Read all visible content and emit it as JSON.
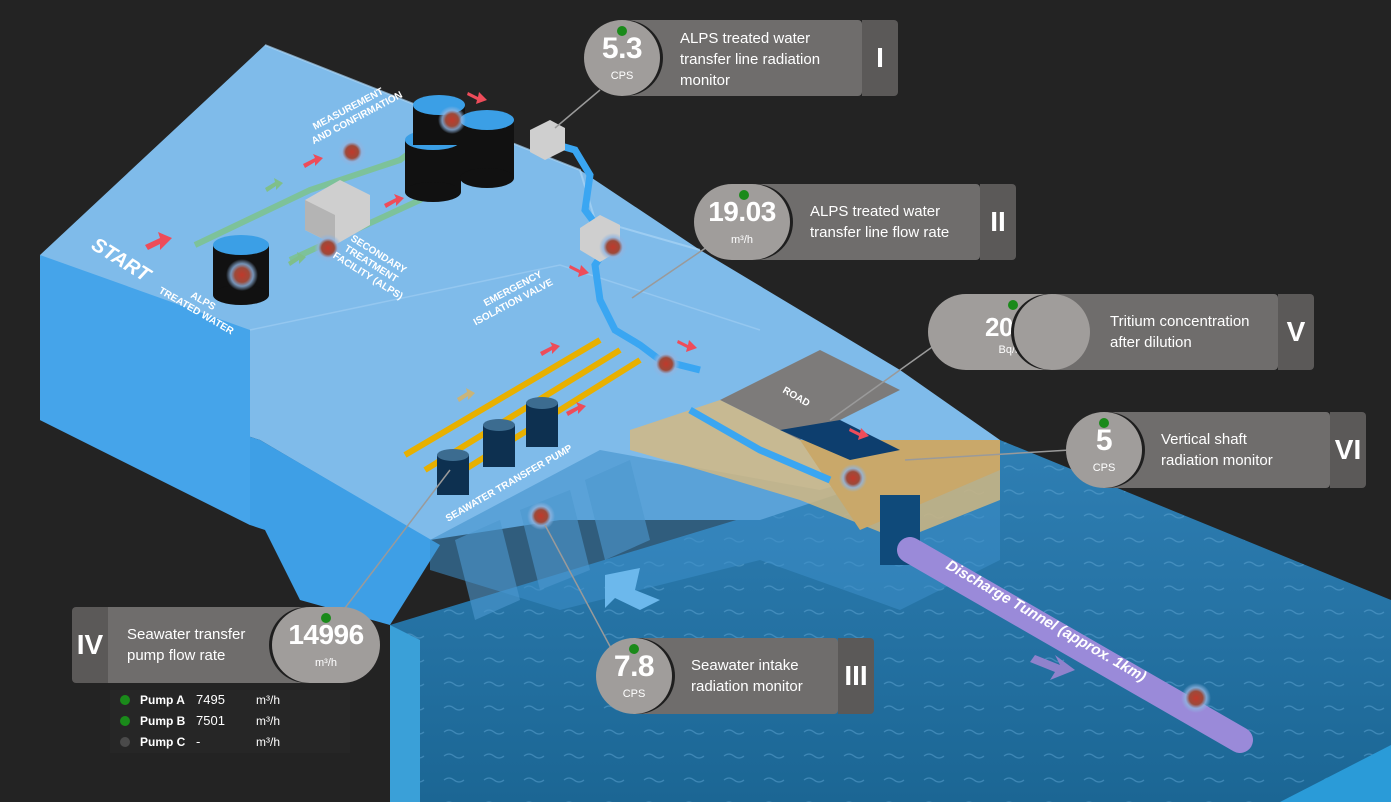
{
  "scene_labels": {
    "start": "START",
    "alps_water": [
      "ALPS",
      "TREATED WATER"
    ],
    "measurement": [
      "MEASUREMENT",
      "AND CONFIRMATION"
    ],
    "secondary": [
      "SECONDARY",
      "TREATMENT",
      "FACILITY (ALPS)"
    ],
    "emergency": [
      "EMERGENCY",
      "ISOLATION VALVE"
    ],
    "seawater_pump": "SEAWATER TRANSFER PUMP",
    "road": "ROAD",
    "tunnel": "Discharge Tunnel (approx. 1km)"
  },
  "monitors": {
    "I": {
      "roman": "I",
      "value": "5.3",
      "unit": "CPS",
      "title": [
        "ALPS treated water",
        "transfer line radiation",
        "monitor"
      ],
      "status": "green"
    },
    "II": {
      "roman": "II",
      "value": "19.03",
      "unit": "m³/h",
      "title": [
        "ALPS treated water",
        "transfer line flow rate"
      ],
      "status": "green"
    },
    "III": {
      "roman": "III",
      "value": "7.8",
      "unit": "CPS",
      "title": [
        "Seawater intake",
        "radiation monitor"
      ],
      "status": "green"
    },
    "IV": {
      "roman": "IV",
      "value": "14996",
      "unit": "m³/h",
      "title": [
        "Seawater transfer",
        "pump flow rate"
      ],
      "status": "green"
    },
    "V": {
      "roman": "V",
      "value": "209",
      "unit": "Bq/l",
      "title": [
        "Tritium concentration",
        "after dilution"
      ],
      "status": "green"
    },
    "VI": {
      "roman": "VI",
      "value": "5",
      "unit": "CPS",
      "title": [
        "Vertical shaft",
        "radiation monitor"
      ],
      "status": "green"
    }
  },
  "pumps": [
    {
      "name": "Pump A",
      "value": "7495",
      "unit": "m³/h",
      "status": "#1a8a1a"
    },
    {
      "name": "Pump B",
      "value": "7501",
      "unit": "m³/h",
      "status": "#1a8a1a"
    },
    {
      "name": "Pump C",
      "value": "-",
      "unit": "m³/h",
      "status": "#4a4a4a"
    }
  ],
  "colors": {
    "background": "#232323",
    "land": "#4aa8e8",
    "sea": "#1e6e9c",
    "card": "#6f6d6c",
    "status_ok": "#1a8a1a",
    "pipe_yellow": "#e0a800",
    "tunnel": "#9b8fd8"
  }
}
